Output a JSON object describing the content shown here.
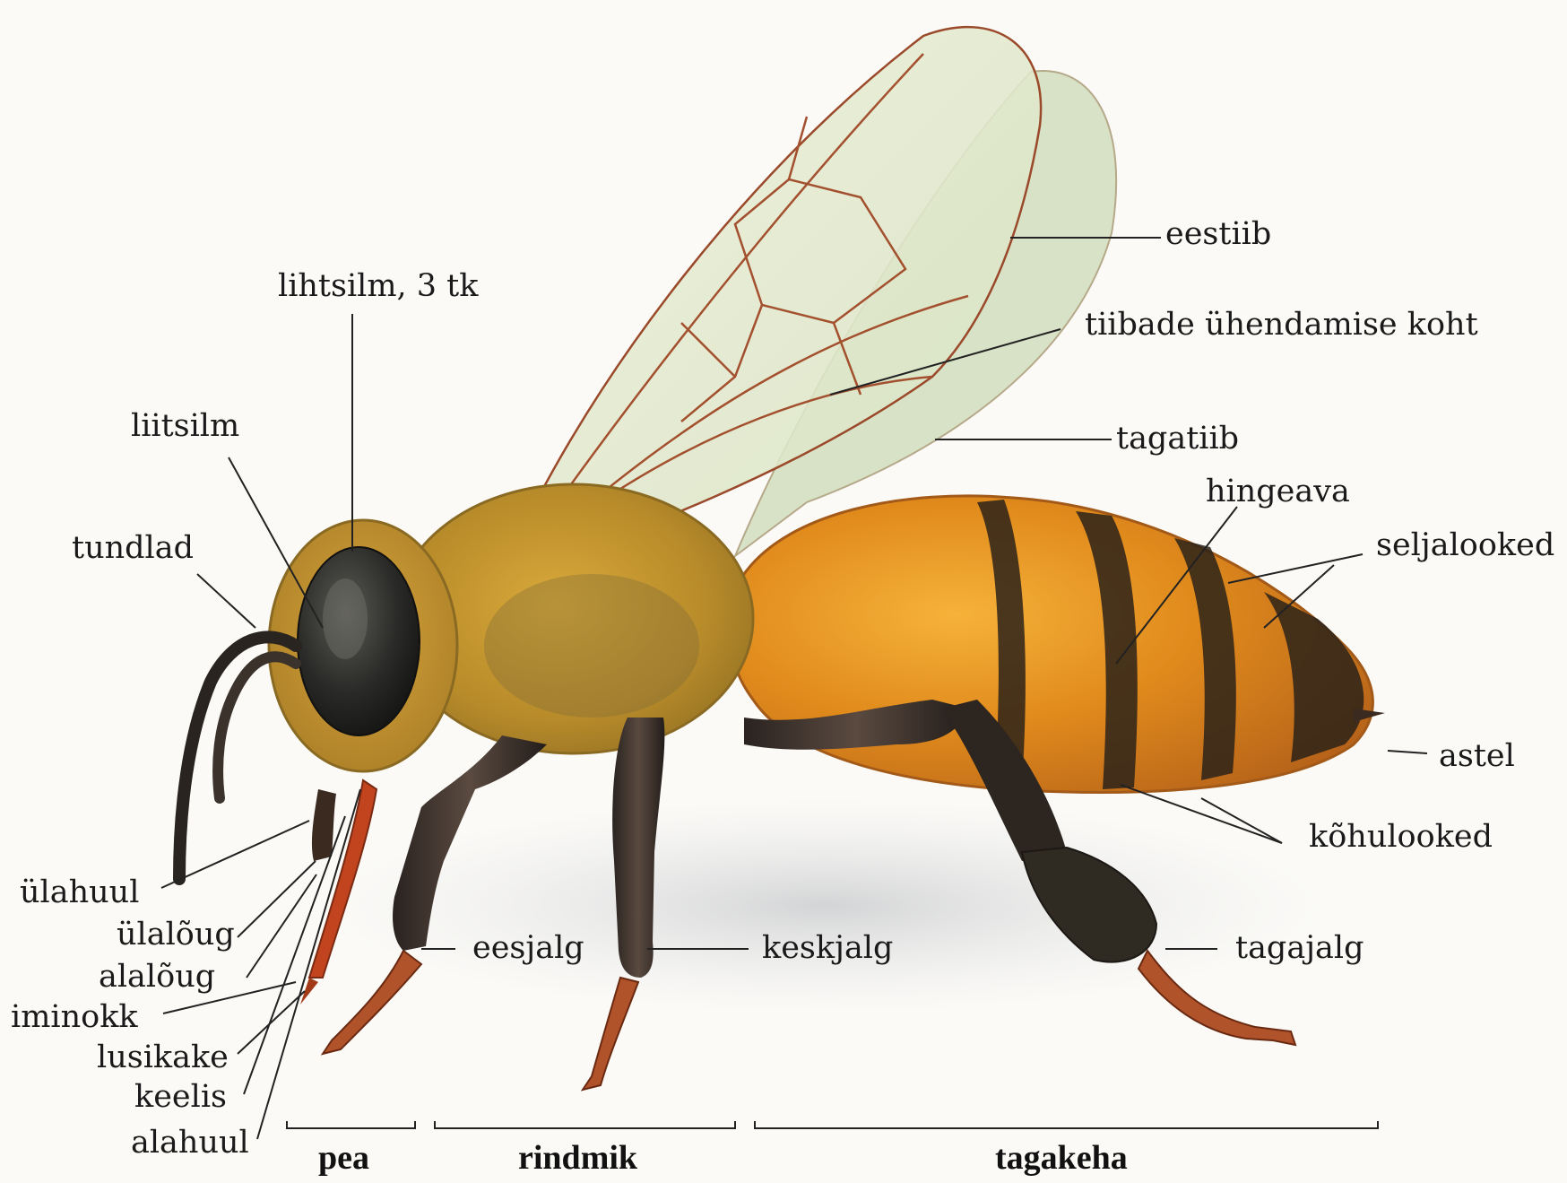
{
  "labels": {
    "eestiib": "eestiib",
    "lihtsilm": "lihtsilm, 3 tk",
    "tiibade": "tiibade ühendamise koht",
    "liitsilm": "liitsilm",
    "tagatiib": "tagatiib",
    "hingeava": "hingeava",
    "tundlad": "tundlad",
    "seljalooked": "seljalooked",
    "astel": "astel",
    "kohulooked": "kõhulooked",
    "ulahuul": "ülahuul",
    "ulaloug": "ülalõug",
    "alaloug": "alalõug",
    "iminokk": "iminokk",
    "lusikake": "lusikake",
    "keelis": "keelis",
    "alahuul": "alahuul",
    "eesjalg": "eesjalg",
    "keskjalg": "keskjalg",
    "tagajalg": "tagajalg"
  },
  "sections": {
    "pea": "pea",
    "rindmik": "rindmik",
    "tagakeha": "tagakeha"
  }
}
